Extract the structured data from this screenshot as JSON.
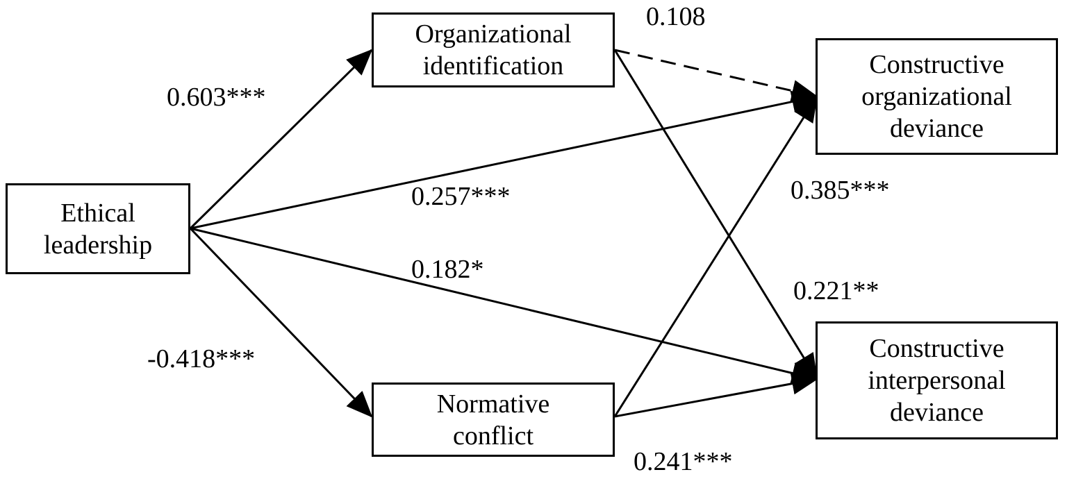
{
  "colors": {
    "line": "#000000",
    "box_border": "#000000",
    "background": "#ffffff"
  },
  "nodes": {
    "ethical_leadership": {
      "lines": [
        "Ethical",
        "leadership"
      ]
    },
    "organizational_identification": {
      "lines": [
        "Organizational",
        "identification"
      ]
    },
    "normative_conflict": {
      "lines": [
        "Normative",
        "conflict"
      ]
    },
    "constructive_organizational_deviance": {
      "lines": [
        "Constructive",
        "organizational",
        "deviance"
      ]
    },
    "constructive_interpersonal_deviance": {
      "lines": [
        "Constructive",
        "interpersonal",
        "deviance"
      ]
    }
  },
  "paths": {
    "el_to_oi": {
      "from": "Ethical leadership",
      "to": "Organizational identification",
      "coefficient": "0.603***",
      "style": "solid"
    },
    "el_to_nc": {
      "from": "Ethical leadership",
      "to": "Normative conflict",
      "coefficient": "-0.418***",
      "style": "solid"
    },
    "el_to_cod": {
      "from": "Ethical leadership",
      "to": "Constructive organizational deviance",
      "coefficient": "0.257***",
      "style": "solid"
    },
    "el_to_cid": {
      "from": "Ethical leadership",
      "to": "Constructive interpersonal deviance",
      "coefficient": "0.182*",
      "style": "solid"
    },
    "oi_to_cod": {
      "from": "Organizational identification",
      "to": "Constructive organizational deviance",
      "coefficient": "0.108",
      "style": "dashed"
    },
    "oi_to_cid": {
      "from": "Organizational identification",
      "to": "Constructive interpersonal deviance",
      "coefficient": "0.221**",
      "style": "solid"
    },
    "nc_to_cod": {
      "from": "Normative conflict",
      "to": "Constructive organizational deviance",
      "coefficient": "0.385***",
      "style": "solid"
    },
    "nc_to_cid": {
      "from": "Normative conflict",
      "to": "Constructive interpersonal deviance",
      "coefficient": "0.241***",
      "style": "solid"
    }
  }
}
